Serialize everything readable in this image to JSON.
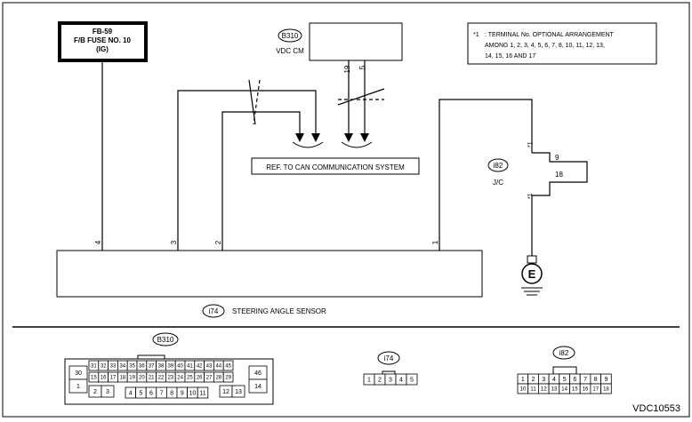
{
  "fuse": {
    "line1": "FB-59",
    "line2": "F/B FUSE NO. 10",
    "line3": "(IG)"
  },
  "vdc": {
    "code": "B310",
    "name": "VDC CM",
    "pin_a": "19",
    "pin_b": "5"
  },
  "note": {
    "marker": "*1",
    "line1": ": TERMINAL No. OPTIONAL ARRANGEMENT",
    "line2": "AMONG 1, 2, 3, 4, 5, 6, 7, 8, 10, 11, 12, 13,",
    "line3": "14, 15, 16 AND 17"
  },
  "can_ref": "REF. TO CAN COMMUNICATION SYSTEM",
  "jc": {
    "code": "i82",
    "name": "J/C",
    "pin_top": "9",
    "pin_bottom": "18",
    "marker": "*1"
  },
  "ground_symbol": "E",
  "sensor": {
    "code": "i74",
    "name": "STEERING ANGLE SENSOR",
    "pins": [
      "4",
      "3",
      "2",
      "1"
    ]
  },
  "connectors": {
    "b310": {
      "label": "B310",
      "row1": [
        "31",
        "32",
        "33",
        "34",
        "35",
        "36",
        "37",
        "38",
        "39",
        "40",
        "41",
        "42",
        "43",
        "44",
        "45"
      ],
      "row2": [
        "15",
        "16",
        "17",
        "18",
        "19",
        "20",
        "21",
        "22",
        "23",
        "24",
        "25",
        "26",
        "27",
        "28",
        "29"
      ],
      "row3a": [
        "2",
        "3"
      ],
      "row3b": [
        "4",
        "5",
        "6",
        "7",
        "8",
        "9",
        "10",
        "11"
      ],
      "row3c": [
        "12",
        "13"
      ],
      "left_top": "30",
      "left_bottom": "1",
      "right_top": "46",
      "right_bottom": "14"
    },
    "i74": {
      "label": "i74",
      "pins": [
        "1",
        "2",
        "3",
        "4",
        "5"
      ]
    },
    "i82": {
      "label": "i82",
      "row1": [
        "1",
        "2",
        "3",
        "4",
        "5",
        "6",
        "7",
        "8",
        "9"
      ],
      "row2": [
        "10",
        "11",
        "12",
        "13",
        "14",
        "15",
        "16",
        "17",
        "18"
      ]
    }
  },
  "diagram_code": "VDC10553"
}
